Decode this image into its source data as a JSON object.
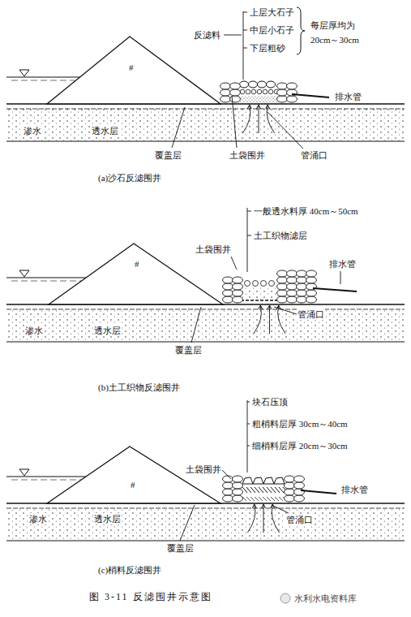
{
  "diagram": {
    "caption": "图 3-11 反滤围井示意图",
    "labels": [
      "反滤料",
      "上层大石子",
      "中层小石子",
      "下层粗砂",
      "每层厚均为",
      "20cm～30cm",
      "#",
      "渗水",
      "透水层",
      "覆盖层",
      "土袋围井",
      "管涌口",
      "排水管",
      "(a)沙石反滤围井",
      "土袋围井",
      "一般透水料厚 40cm～50cm",
      "土工织物滤层",
      "排水管",
      "#",
      "渗水",
      "透水层",
      "管涌口",
      "覆盖层",
      "(b)土工织物反滤围井",
      "块石压顶",
      "粗梢料层厚 30cm～40cm",
      "细梢料层厚 20cm～30cm",
      "土袋围井",
      "排水管",
      "#",
      "渗水",
      "透水层",
      "管涌口",
      "覆盖层",
      "(c)梢料反滤围井",
      "水利水电资料库"
    ]
  }
}
